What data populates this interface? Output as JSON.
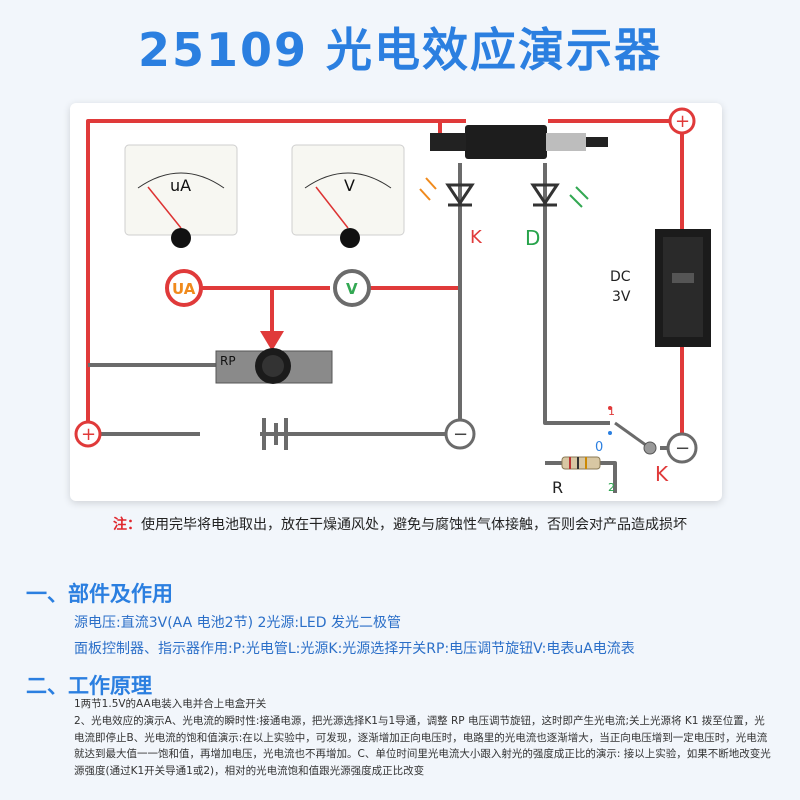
{
  "title": "25109 光电效应演示器",
  "board": {
    "meter_ua_unit": "uA",
    "meter_v_unit": "V",
    "badge_ua": "UA",
    "badge_v": "V",
    "label_rp": "RP",
    "label_k_left": "K",
    "label_d": "D",
    "label_dc": "DC",
    "label_3v": "3V",
    "label_r": "R",
    "label_1": "1",
    "label_0": "0",
    "label_2": "2",
    "label_k_right": "K",
    "plus": "+",
    "minus": "−"
  },
  "note": {
    "prefix": "注：",
    "text": "使用完毕将电池取出，放在干燥通风处，避免与腐蚀性气体接触，否则会对产品造成损坏"
  },
  "section1": {
    "heading": "一、部件及作用",
    "line1": "源电压:直流3V(AA 电池2节) 2光源:LED 发光二极管",
    "line2": "面板控制器、指示器作用:P:光电管L:光源K:光源选择开关RP:电压调节旋钮V:电表uA电流表"
  },
  "section2": {
    "heading": "二、工作原理",
    "p1": "1两节1.5V的AA电装入电并合上电盒开关",
    "p2": "2、光电效应的演示A、光电流的瞬时性:接通电源，把光源选择K1与1导通，调整 RP 电压调节旋钮，这时即产生光电流;关上光源将 K1 拨至位置，光电流即停止B、光电流的饱和值演示:在以上实验中，可发现，逐渐增加正向电压时，电路里的光电流也逐渐增大，当正向电压增到一定电压时，光电流就达到最大值一一饱和值，再增加电压，光电流也不再增加。C、单位时间里光电流大小跟入射光的强度成正比的演示: 接以上实验，如果不断地改变光源强度(通过K1开关导通1或2)，相对的光电流饱和值跟光源强度成正比改变"
  },
  "colors": {
    "title": "#2b7fe0",
    "wire_red": "#e03a3a",
    "wire_gray": "#6b6b6b",
    "badge_orange": "#f08a1c",
    "badge_green": "#33a853",
    "label_green": "#27a34b"
  }
}
